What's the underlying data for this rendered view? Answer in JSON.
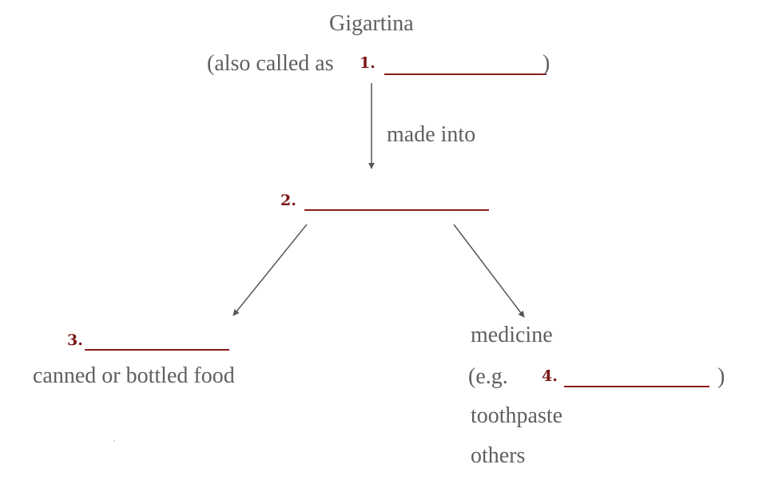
{
  "top": {
    "title": "Gigartina",
    "subtitle_prefix": "(also called as",
    "blank_number": "1.",
    "close_paren": ")"
  },
  "edge_label": "made into",
  "middle": {
    "blank_number": "2."
  },
  "left_branch": {
    "blank_number": "3.",
    "text": "canned or bottled food"
  },
  "right_branch": {
    "line1": "medicine",
    "eg_prefix": "(e.g.",
    "blank_number": "4.",
    "close_paren": ")",
    "line3": "toothpaste",
    "line4": "others"
  },
  "colors": {
    "text": "#5f5f5f",
    "number": "#7a1515",
    "blank_line": "#8a1c1c",
    "arrow": "#555555"
  }
}
